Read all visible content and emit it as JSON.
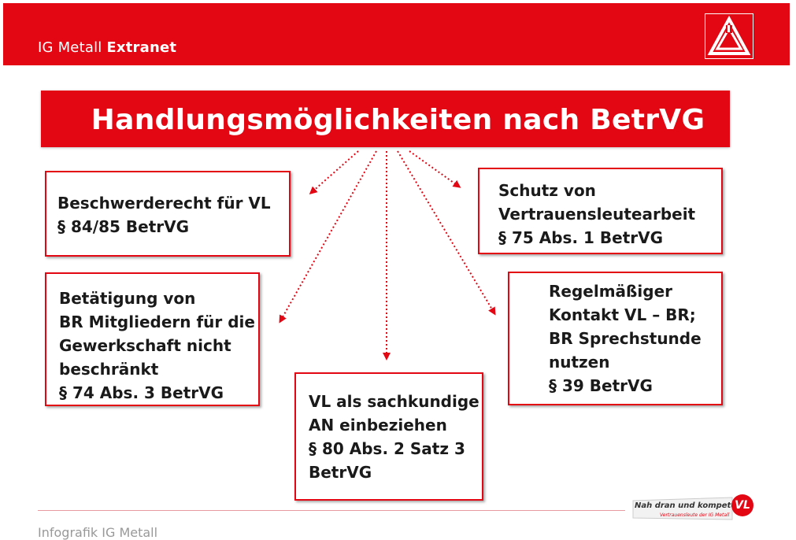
{
  "header": {
    "brand_regular": "IG Metall",
    "brand_bold": "Extranet",
    "logo_icon": "ig-metall-logo-icon",
    "brand_color": "#e30613"
  },
  "title": "Handlungsmöglichkeiten nach BetrVG",
  "boxes": {
    "beschwerderecht": {
      "line1": "Beschwerderecht für VL",
      "line2": "§ 84/85 BetrVG"
    },
    "betaetigung": {
      "line1": "Betätigung von",
      "line2": "BR Mitgliedern für die",
      "line3": "Gewerkschaft nicht",
      "line4": "beschränkt",
      "line5": "§ 74 Abs. 3 BetrVG"
    },
    "sachkundige": {
      "line1": "VL als sachkundige",
      "line2": "AN einbeziehen",
      "line3": "§ 80 Abs. 2 Satz 3",
      "line4": "BetrVG"
    },
    "schutz": {
      "line1": "Schutz von",
      "line2": "Vertrauensleutearbeit",
      "line3": "§ 75 Abs. 1 BetrVG"
    },
    "kontakt": {
      "line1": "Regelmäßiger",
      "line2": "Kontakt VL – BR;",
      "line3": "BR Sprechstunde",
      "line4": "nutzen",
      "line5": "§ 39 BetrVG"
    }
  },
  "footer": {
    "text": "Infografik IG Metall",
    "badge_tagline": "Nah dran und kompetent",
    "badge_sub": "Vertrauensleute der IG Metall",
    "badge_mark": "VL",
    "badge_icon": "vl-badge-icon"
  }
}
